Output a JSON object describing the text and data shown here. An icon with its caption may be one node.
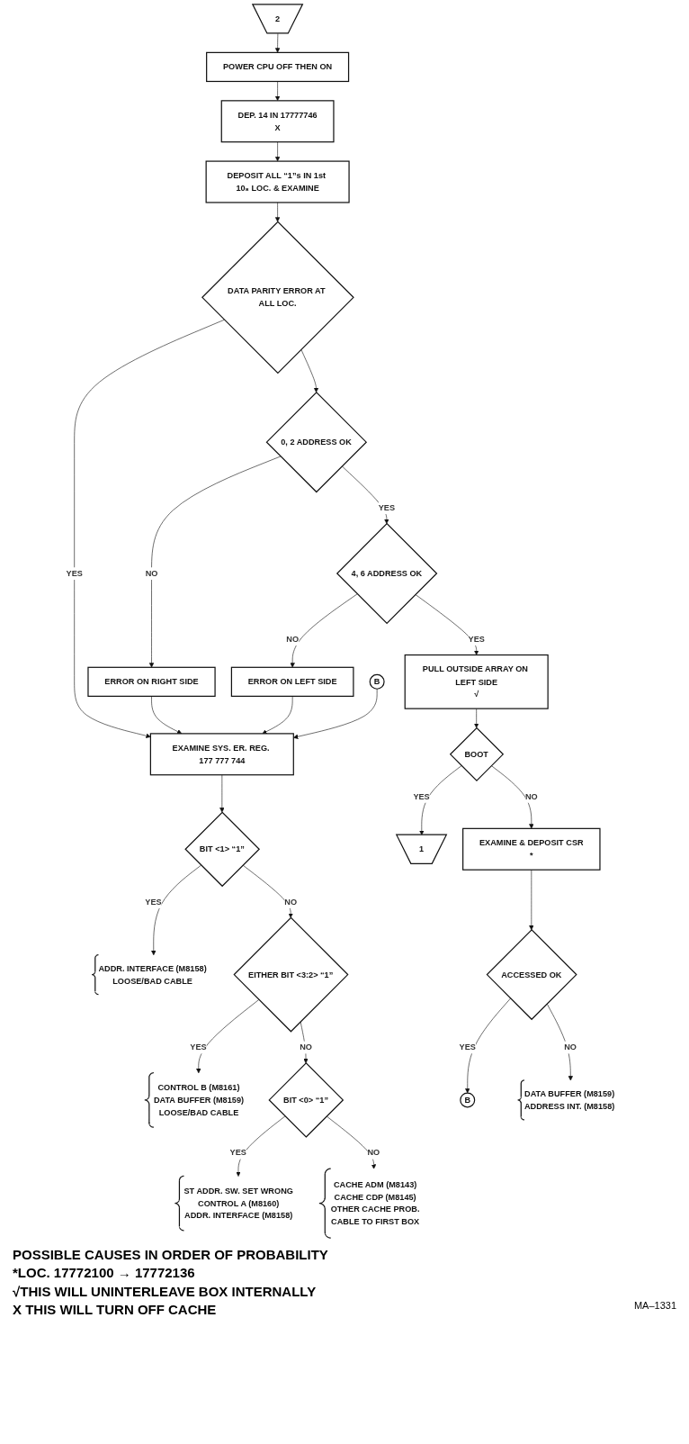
{
  "diagram": {
    "nodes": [
      {
        "text": [
          "2"
        ]
      },
      {
        "text": [
          "POWER CPU OFF THEN ON"
        ]
      },
      {
        "text": [
          "DEP. 14 IN 17777746",
          "X"
        ]
      },
      {
        "text": [
          "DEPOSIT ALL “1”s IN 1st 10₈ LOC. & EXAMINE"
        ]
      },
      {
        "text": [
          "DATA PARITY ERROR AT ALL LOC."
        ]
      },
      {
        "text": [
          "ERROR ON RIGHT SIDE"
        ]
      },
      {
        "text": [
          "0, 2 ADDRESS OK"
        ]
      },
      {
        "text": [
          "ERROR ON LEFT SIDE"
        ]
      },
      {
        "text": [
          "4, 6 ADDRESS OK"
        ]
      },
      {
        "text": [
          "PULL OUTSIDE ARRAY ON LEFT SIDE",
          "√"
        ]
      },
      {
        "text": [
          "BOOT"
        ]
      },
      {
        "text": [
          "1"
        ]
      },
      {
        "text": [
          "EXAMINE & DEPOSIT CSR",
          "*"
        ]
      },
      {
        "text": [
          "ACCESSED OK"
        ]
      },
      {
        "text": [
          "B"
        ]
      },
      {
        "text": [
          "B"
        ]
      },
      {
        "text": [
          "EXAMINE SYS. ER. REG. 177 777 744"
        ]
      },
      {
        "text": [
          "BIT <1> “1”"
        ]
      },
      {
        "text": [
          "ADDR. INTERFACE (M8158)",
          "LOOSE/BAD CABLE"
        ]
      },
      {
        "text": [
          "EITHER BIT <3:2> “1”"
        ]
      },
      {
        "text": [
          "CONTROL B (M8161)",
          "DATA BUFFER (M8159)",
          "LOOSE/BAD CABLE"
        ]
      },
      {
        "text": [
          "BIT <0> “1”"
        ]
      },
      {
        "text": [
          "ST ADDR. SW. SET WRONG",
          "CONTROL A (M8160)",
          "ADDR. INTERFACE (M8158)"
        ]
      },
      {
        "text": [
          "CACHE ADM (M8143)",
          "CACHE CDP (M8145)",
          "OTHER CACHE PROB.",
          "CABLE TO FIRST BOX"
        ]
      },
      {
        "text": [
          "DATA BUFFER (M8159)",
          "ADDRESS INT. (M8158)"
        ]
      }
    ],
    "edges": [
      {
        "from": 0,
        "to": 1,
        "arrow": "to"
      },
      {
        "from": 1,
        "to": 2,
        "arrow": "to"
      },
      {
        "from": 2,
        "to": 3,
        "arrow": "to"
      },
      {
        "from": 3,
        "to": 4,
        "arrow": "to"
      },
      {
        "from": 4,
        "to": 16,
        "label": "YES",
        "arrow": "to"
      },
      {
        "from": 4,
        "to": 6,
        "arrow": "to"
      },
      {
        "from": 6,
        "to": 5,
        "label": "NO",
        "arrow": "to"
      },
      {
        "from": 5,
        "to": 16,
        "arrow": "to"
      },
      {
        "from": 6,
        "to": 8,
        "label": "YES",
        "arrow": "to"
      },
      {
        "from": 8,
        "to": 7,
        "label": "NO",
        "arrow": "to"
      },
      {
        "from": 7,
        "to": 16,
        "arrow": "to"
      },
      {
        "from": 8,
        "to": 9,
        "label": "YES",
        "arrow": "to"
      },
      {
        "from": 9,
        "to": 10,
        "arrow": "to"
      },
      {
        "from": 10,
        "to": 11,
        "label": "YES",
        "arrow": "to"
      },
      {
        "from": 10,
        "to": 12,
        "label": "NO",
        "arrow": "to"
      },
      {
        "from": 12,
        "to": 13,
        "arrow": "to"
      },
      {
        "from": 13,
        "to": 14,
        "label": "YES",
        "arrow": "to"
      },
      {
        "from": 13,
        "to": 24,
        "label": "NO",
        "arrow": "to"
      },
      {
        "from": 15,
        "to": 16,
        "arrow": "to"
      },
      {
        "from": 16,
        "to": 17,
        "arrow": "to"
      },
      {
        "from": 17,
        "to": 18,
        "label": "YES",
        "arrow": "to"
      },
      {
        "from": 17,
        "to": 19,
        "label": "NO",
        "arrow": "to"
      },
      {
        "from": 19,
        "to": 20,
        "label": "YES",
        "arrow": "to"
      },
      {
        "from": 19,
        "to": 21,
        "label": "NO",
        "arrow": "to"
      },
      {
        "from": 21,
        "to": 22,
        "label": "YES",
        "arrow": "to"
      },
      {
        "from": 21,
        "to": 23,
        "label": "NO",
        "arrow": "to"
      }
    ],
    "labels": [
      "POSSIBLE CAUSES IN ORDER OF PROBABILITY",
      "*LOC. 17772100 → 17772136",
      "√THIS WILL UNINTERLEAVE BOX INTERNALLY",
      "X THIS WILL TURN OFF CACHE",
      "MA–1331"
    ]
  }
}
